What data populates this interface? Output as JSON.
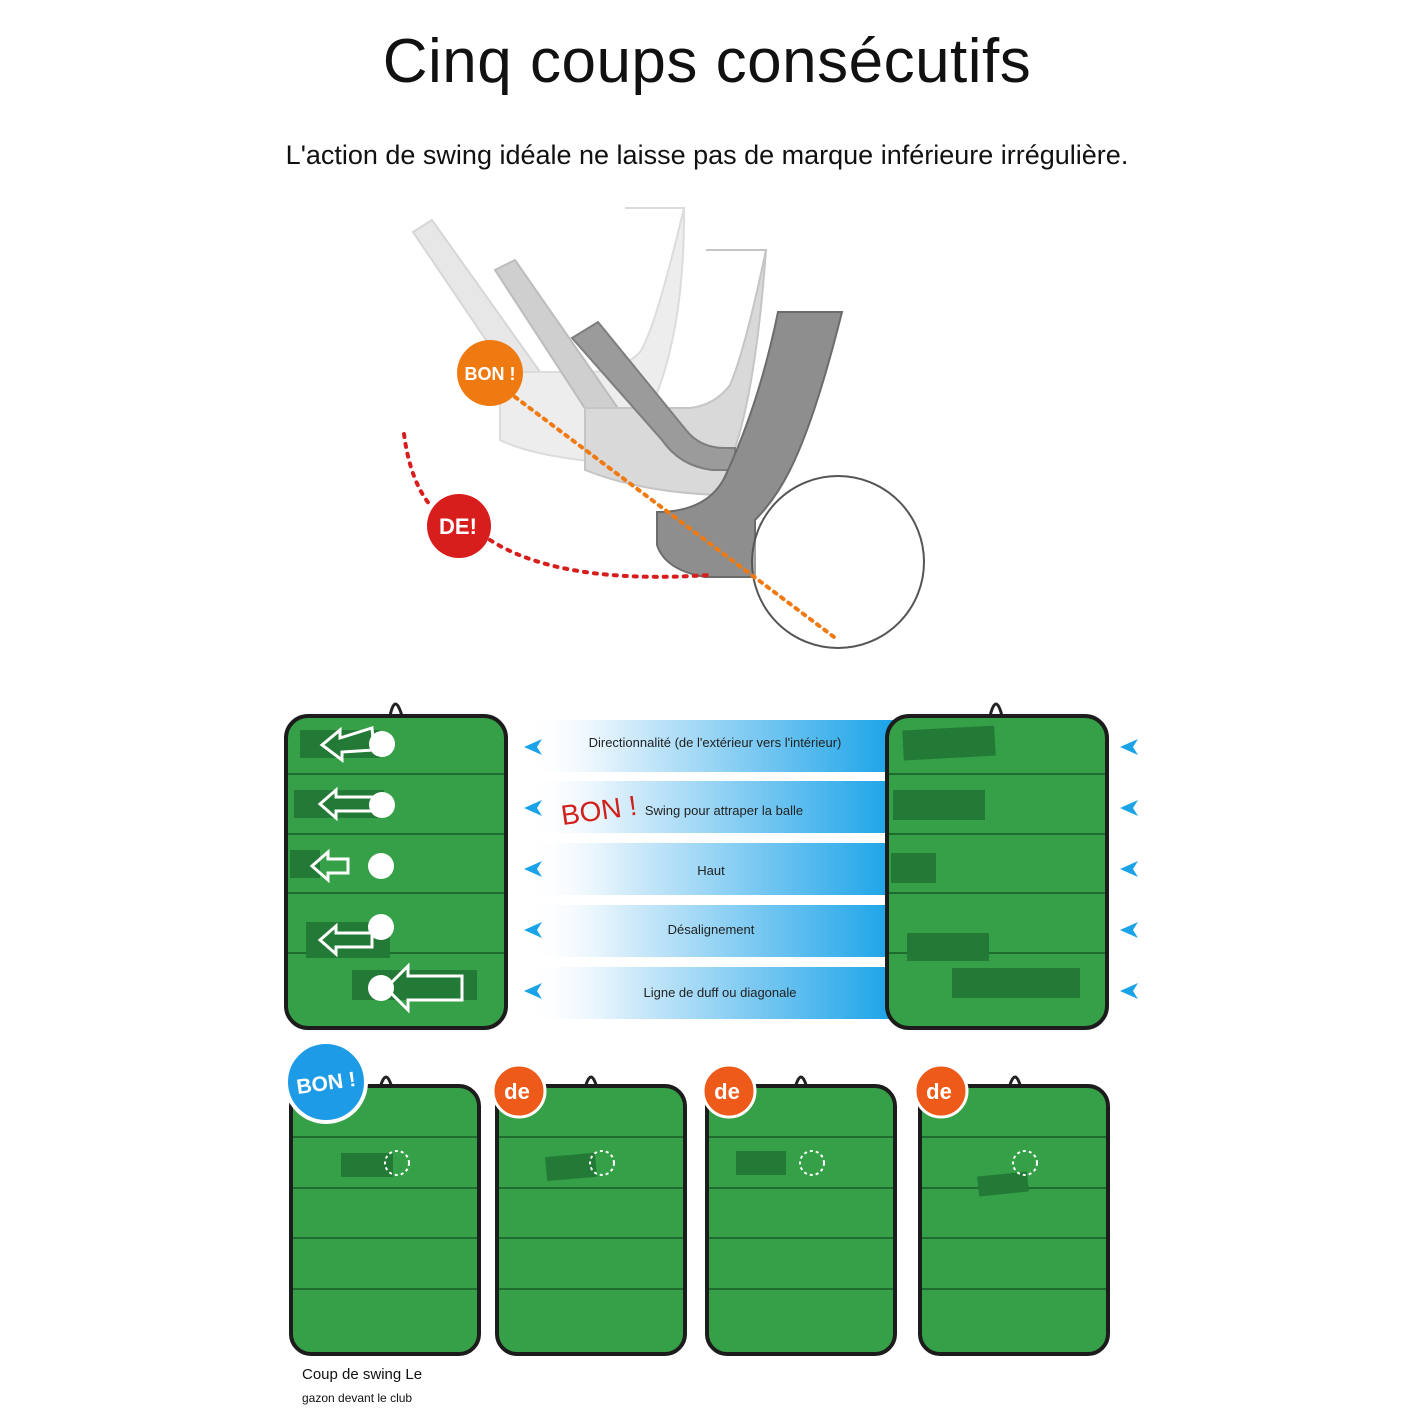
{
  "title": "Cinq coups consécutifs",
  "subtitle": "L'action de swing idéale ne laisse pas de marque inférieure irrégulière.",
  "club_diagram": {
    "good_badge": "BON !",
    "bad_badge": "DE!",
    "good_color": "#f07a12",
    "bad_color": "#d81d1d"
  },
  "swing_chart": {
    "good_label": "BON !",
    "rows": [
      {
        "label": "Directionnalité (de l'extérieur vers l'intérieur)"
      },
      {
        "label": "Swing pour attraper la balle"
      },
      {
        "label": "Haut"
      },
      {
        "label": "Désalignement"
      },
      {
        "label": "Ligne de duff ou diagonale"
      }
    ],
    "band_color": "#1aa3e8",
    "arrow_color": "#1aa3e8"
  },
  "mats": [
    {
      "badge": "BON !",
      "badge_color": "#1e9be6"
    },
    {
      "badge": "de",
      "badge_color": "#ee5a1a"
    },
    {
      "badge": "de",
      "badge_color": "#ee5a1a"
    },
    {
      "badge": "de",
      "badge_color": "#ee5a1a"
    }
  ],
  "mat_color": "#35a048",
  "mark_color": "#237a36",
  "caption": {
    "line1": "Coup de swing Le",
    "line2": "gazon devant le club"
  }
}
